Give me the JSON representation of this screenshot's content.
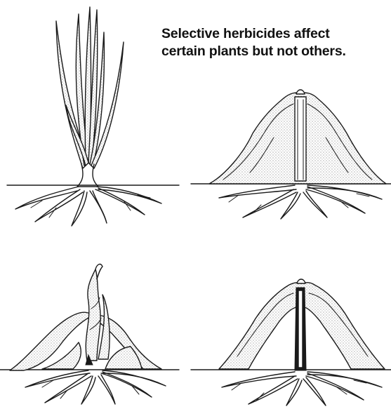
{
  "caption": {
    "line1": "Selective herbicides affect",
    "line2": "certain plants but not others."
  },
  "panels": [
    {
      "id": "grass-healthy",
      "icon": "grass-plant-icon"
    },
    {
      "id": "broadleaf-healthy",
      "icon": "broadleaf-plant-icon"
    },
    {
      "id": "grass-affected",
      "icon": "wilted-grass-plant-icon"
    },
    {
      "id": "broadleaf-unaffected",
      "icon": "broadleaf-plant-icon"
    }
  ],
  "colors": {
    "ink": "#1a1a1a",
    "background": "#ffffff"
  }
}
